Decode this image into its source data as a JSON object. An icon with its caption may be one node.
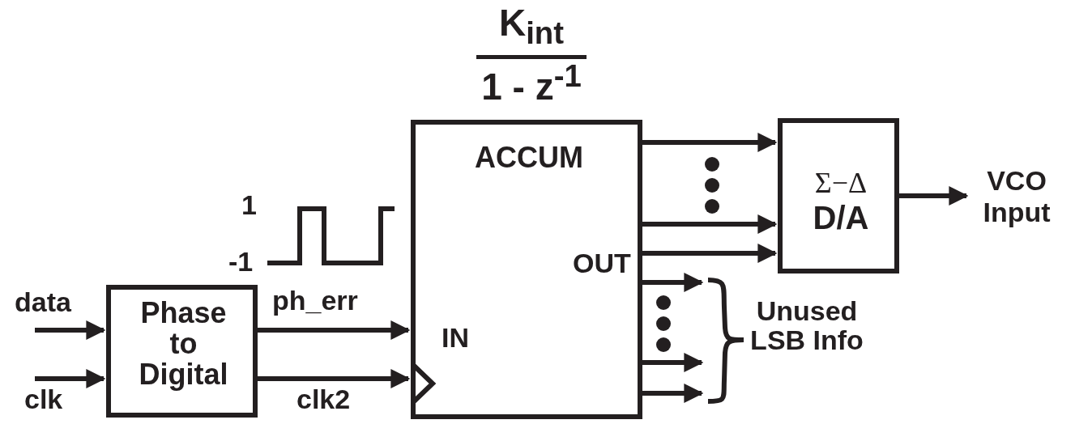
{
  "diagram": {
    "nodes": [
      {
        "text": [
          "Phase to Digital"
        ]
      },
      {
        "text": [
          "ACCUM",
          "OUT",
          "IN"
        ],
        "beside": [
          "K$_{int}$",
          "1 - z$^{-1}$"
        ]
      },
      {
        "text": [
          "Σ−Δ",
          "D/A"
        ]
      },
      {
        "text": [
          "VCO Input"
        ]
      },
      {
        "text": [
          "Unused LSB Info"
        ]
      }
    ],
    "edges": [
      {
        "from": null,
        "to": 0,
        "arrow": "to",
        "label": "data"
      },
      {
        "from": null,
        "to": 0,
        "arrow": "to",
        "label": "clk"
      },
      {
        "from": 0,
        "to": 1,
        "arrow": "to",
        "label": "ph_err"
      },
      {
        "from": 0,
        "to": 1,
        "arrow": "to",
        "label": "clk2"
      },
      {
        "from": 1,
        "to": 2,
        "arrow": "to"
      },
      {
        "from": 1,
        "to": 2,
        "arrow": "to"
      },
      {
        "from": 1,
        "to": 2,
        "arrow": "to"
      },
      {
        "from": 2,
        "to": 3,
        "arrow": "to"
      },
      {
        "from": 1,
        "to": 4,
        "arrow": "to"
      },
      {
        "from": 1,
        "to": 4,
        "arrow": "to"
      },
      {
        "from": 1,
        "to": 4,
        "arrow": "to"
      }
    ],
    "labels": [
      "1",
      "-1"
    ]
  }
}
